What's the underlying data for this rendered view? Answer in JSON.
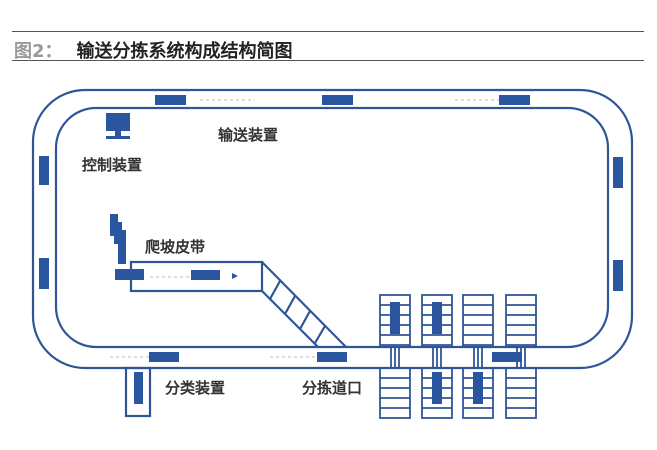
{
  "figure": {
    "number": "图2：",
    "title": "输送分拣系统构成结构简图"
  },
  "labels": {
    "conveyor": "输送装置",
    "control": "控制装置",
    "climbing_belt": "爬坡皮带",
    "classifier": "分类装置",
    "sorting_exit": "分拣道口"
  },
  "colors": {
    "line": "#2f5597",
    "block": "#2a56a0"
  }
}
